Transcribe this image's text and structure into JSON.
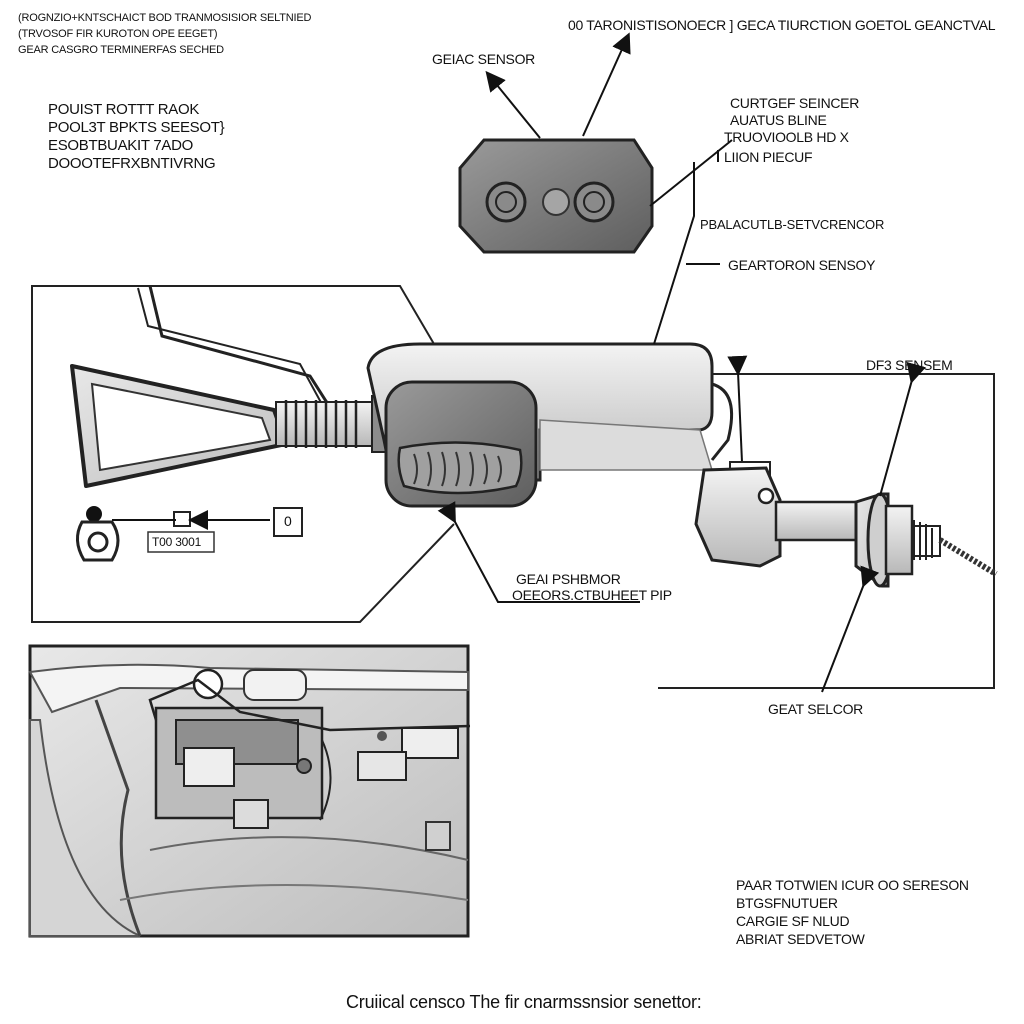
{
  "header": {
    "top_left_lines": [
      "(ROGNZIO+KNTSCHAICT BOD TRANMOSISIOR SELTNIED",
      "(TRVOSOF FIR KUROTON  OPE EEGET)",
      "GEAR CASGRO TERMINERFAS SECHED"
    ],
    "top_right": "00  TARONISTISONOECR ]  GECA TIURCTION GOETOL GEANCTVAL"
  },
  "labels": {
    "sensor_box": "GEIAC SENSOR",
    "left_block_lines": [
      "POUIST ROTTT RAOK",
      "POOL3T BPKTS SEESOT}",
      "ESOBTBUAKIT 7ADO",
      "DOOOTEFRXBNTIVRNG"
    ],
    "right_block_lines": [
      "CURTGEF SEINCER",
      "AUATUS BLINE",
      "TRUOVIOOLB HD X",
      "LIION PIECUF"
    ],
    "bracket_label": "PBALACUTLB-SETVCRENCOR",
    "gear_sensor_right": "GEARTORON SENSOY",
    "df_sensor": "DF3 SENSEM",
    "part_code": "T00 3001",
    "zero_box": "0",
    "mid_label_lines": [
      "GEAI PSHBMOR",
      "OEEORS.CTBUHEET PIP"
    ],
    "gear_selector": "GEAT SELCOR",
    "bottom_right_lines": [
      "PAAR TOTWIEN ICUR OO SERESON",
      "BTGSFNUTUER",
      "CARGIE SF NLUD",
      "ABRIAT SEDVETOW"
    ]
  },
  "caption": "Cruiical censco  The fir cnarmssnsior senettor:"
}
